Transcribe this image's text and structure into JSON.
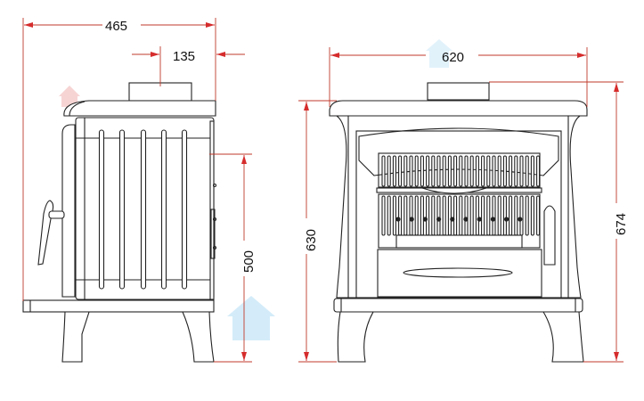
{
  "side_view": {
    "dims": {
      "depth": "465",
      "flue_offset": "135",
      "flue_height": "500",
      "total_height": "630"
    }
  },
  "front_view": {
    "dims": {
      "width": "620",
      "height": "674"
    }
  },
  "colors": {
    "dimension_line": "#d62c2c",
    "drawing": "#222222",
    "watermark_red": "#f2b8b8",
    "watermark_blue": "#b8e0f5"
  }
}
